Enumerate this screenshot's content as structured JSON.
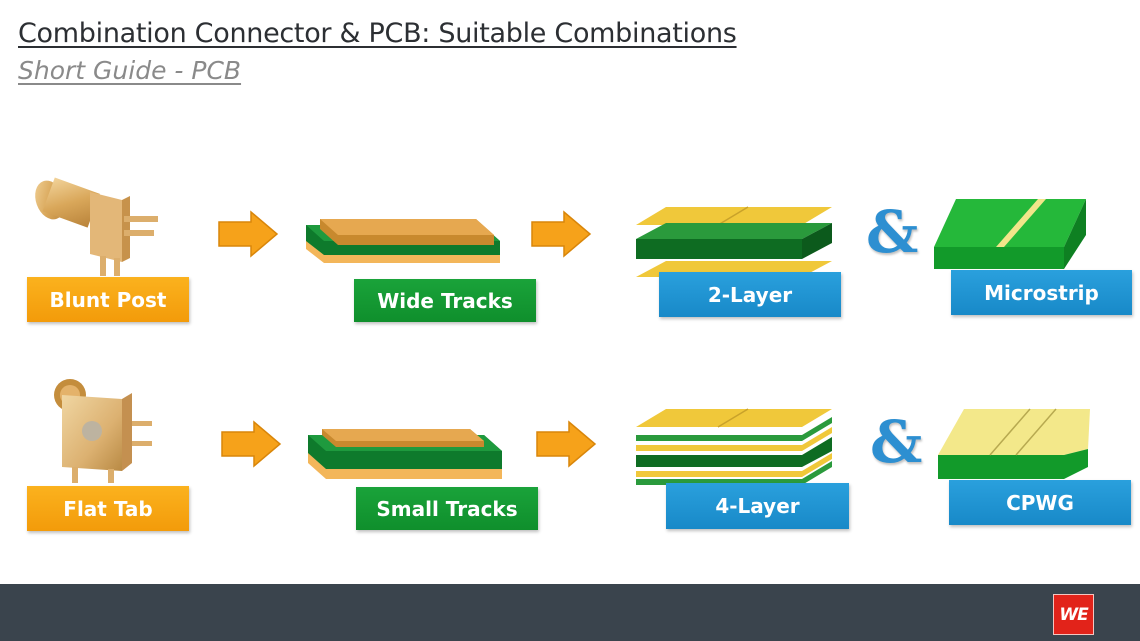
{
  "header": {
    "title": "Combination Connector & PCB: Suitable Combinations",
    "subtitle": "Short Guide - PCB"
  },
  "rows": [
    {
      "connector": {
        "label": "Blunt Post",
        "icon": "blunt-post-connector-icon"
      },
      "tracks": {
        "label": "Wide Tracks",
        "icon": "wide-tracks-pcb-icon"
      },
      "layers": {
        "label": "2-Layer",
        "icon": "two-layer-pcb-icon"
      },
      "joiner": "&",
      "line_type": {
        "label": "Microstrip",
        "icon": "microstrip-icon"
      }
    },
    {
      "connector": {
        "label": "Flat Tab",
        "icon": "flat-tab-connector-icon"
      },
      "tracks": {
        "label": "Small Tracks",
        "icon": "small-tracks-pcb-icon"
      },
      "layers": {
        "label": "4-Layer",
        "icon": "four-layer-pcb-icon"
      },
      "joiner": "&",
      "line_type": {
        "label": "CPWG",
        "icon": "cpwg-icon"
      }
    }
  ],
  "footer": {
    "logo_text": "WE"
  },
  "colors": {
    "connector_label": "#f7a513",
    "tracks_label": "#139a33",
    "layer_label": "#1f95d5",
    "footer_bg": "#3a444d",
    "logo_bg": "#e2231a"
  }
}
